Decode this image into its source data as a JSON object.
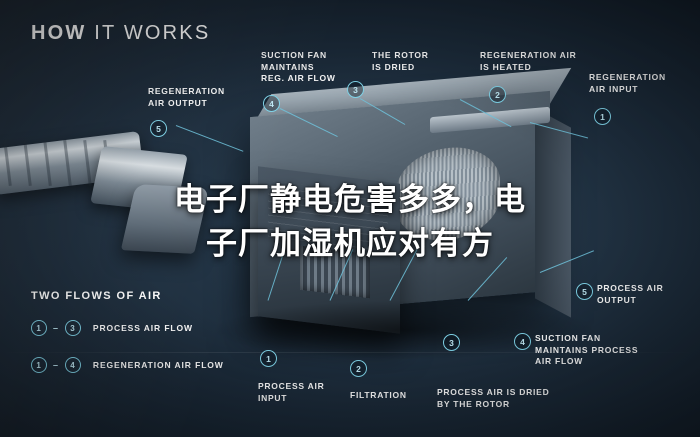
{
  "title": {
    "how": "HOW",
    "it_works": "IT WORKS"
  },
  "headline": {
    "line1": "电子厂静电危害多多，电",
    "line2": "子厂加湿机应对有方"
  },
  "callouts": [
    {
      "num": "5",
      "label": "REGENERATION\nAIR OUTPUT"
    },
    {
      "num": "4",
      "label": "SUCTION FAN\nMAINTAINS\nREG. AIR FLOW"
    },
    {
      "num": "3",
      "label": "THE ROTOR\nIS DRIED"
    },
    {
      "num": "2",
      "label": "REGENERATION AIR\nIS HEATED"
    },
    {
      "num": "1",
      "label": "REGENERATION\nAIR INPUT"
    },
    {
      "num": "5",
      "label": "PROCESS AIR\nOUTPUT"
    },
    {
      "num": "4",
      "label": "SUCTION FAN\nMAINTAINS PROCESS\nAIR FLOW"
    },
    {
      "num": "3",
      "label": "PROCESS AIR IS DRIED\nBY THE ROTOR"
    },
    {
      "num": "2",
      "label": "FILTRATION"
    },
    {
      "num": "1",
      "label": "PROCESS AIR\nINPUT"
    }
  ],
  "legend": {
    "title": "TWO FLOWS OF AIR",
    "rows": [
      {
        "from": "1",
        "dash": "–",
        "to": "3",
        "label": "PROCESS AIR FLOW"
      },
      {
        "from": "1",
        "dash": "–",
        "to": "4",
        "label": "REGENERATION AIR FLOW"
      }
    ]
  },
  "colors": {
    "accent": "#7fd3e8",
    "leader": "#6fc2da",
    "background": "#1b2a39",
    "text": "#ffffff"
  }
}
